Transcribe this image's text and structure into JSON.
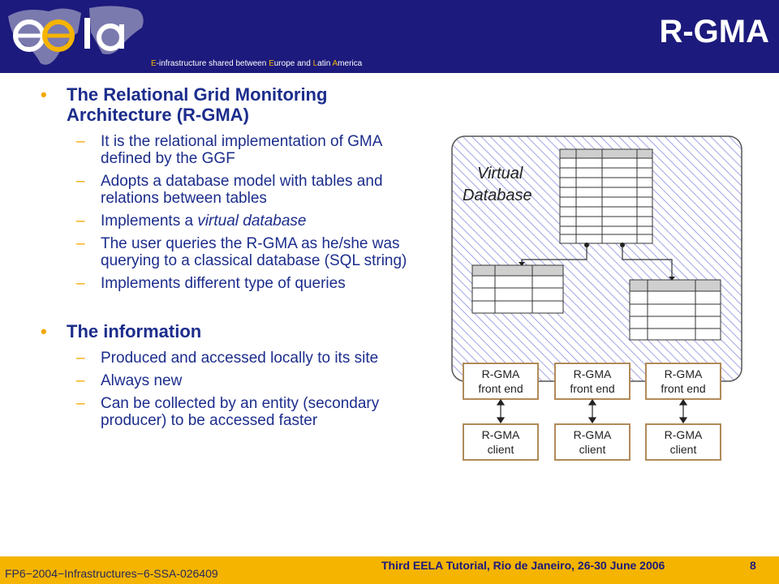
{
  "header": {
    "title": "R-GMA",
    "tagline_parts": {
      "e": "E",
      "rest1": "-infrastructure shared between ",
      "europe_e": "E",
      "urope": "urope and ",
      "latin_l": "L",
      "atin": "atin ",
      "america_a": "A",
      "merica": "merica"
    },
    "logo_text": "eela"
  },
  "sections": [
    {
      "heading": "The Relational Grid Monitoring Architecture (R-GMA)",
      "items": [
        "It is the relational implementation of GMA defined by the GGF",
        "Adopts a database model with tables and relations between tables",
        "Implements a ",
        "The user queries the R-GMA as he/she was querying to a classical database (SQL string)",
        "Implements different type of queries"
      ],
      "italic_phrase": "virtual database"
    },
    {
      "heading": "The information",
      "items": [
        "Produced and accessed locally to its site",
        "Always new",
        "Can be collected by an entity (secondary producer) to be accessed faster"
      ]
    }
  ],
  "bullet_glyph": "•",
  "dash_glyph": "–",
  "diagram": {
    "virtual_label_line1": "Virtual",
    "virtual_label_line2": "Database",
    "front_end_line1": "R-GMA",
    "front_end_line2": "front end",
    "client_line1": "R-GMA",
    "client_line2": "client"
  },
  "footer": {
    "left": "FP6−2004−Infrastructures−6-SSA-026409",
    "right": "Third EELA Tutorial, Rio de Janeiro, 26-30 June 2006",
    "page": "8"
  },
  "colors": {
    "header_bg": "#1c1a7c",
    "accent": "#f5b400",
    "text": "#1c2d8c",
    "box_border": "#b08a5a"
  }
}
